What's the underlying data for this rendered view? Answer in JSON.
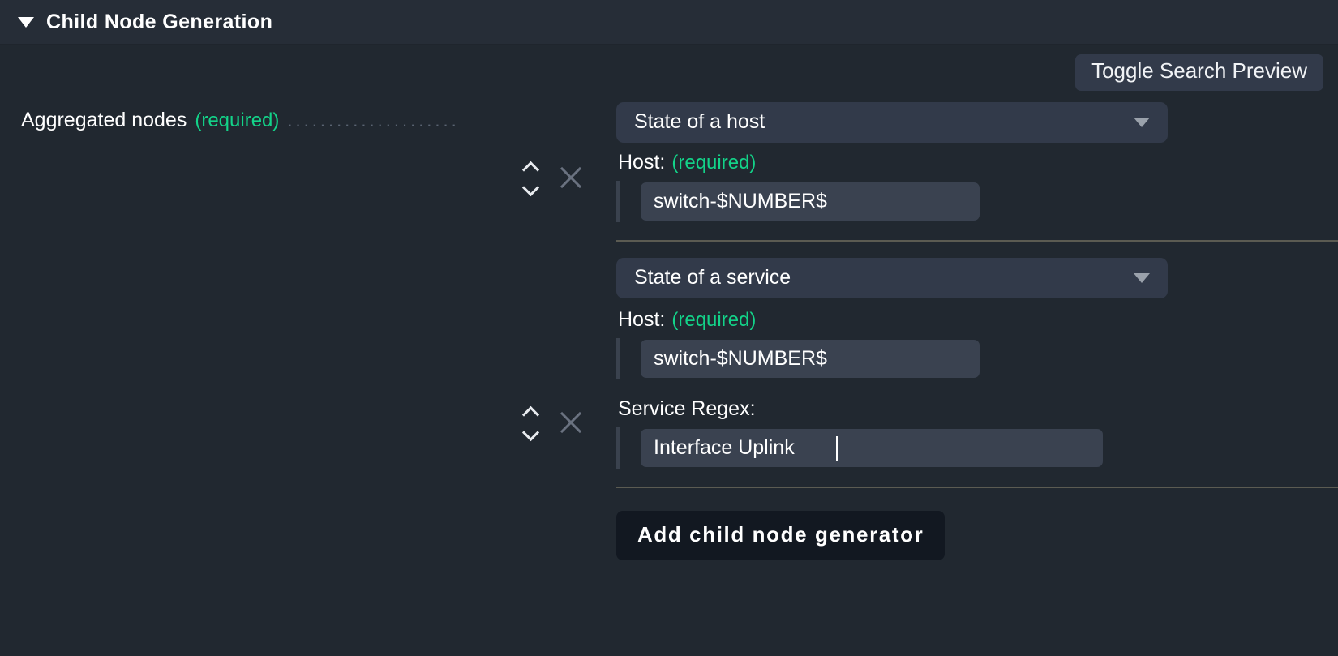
{
  "header": {
    "collapse_icon": "triangle-down-icon",
    "title": "Child Node Generation"
  },
  "toolbar": {
    "toggle_search_preview_label": "Toggle Search Preview"
  },
  "form": {
    "aggregated_nodes": {
      "label": "Aggregated nodes",
      "required_text": "(required)",
      "leader": "....................."
    }
  },
  "generators": [
    {
      "type_select_value": "State of a host",
      "caret_icon": "chevron-down-icon",
      "move_icon": "sort-up-down-icon",
      "remove_icon": "close-x-icon",
      "fields": [
        {
          "label": "Host:",
          "required_text": "(required)",
          "value": "switch-$NUMBER$"
        }
      ]
    },
    {
      "type_select_value": "State of a service",
      "caret_icon": "chevron-down-icon",
      "move_icon": "sort-up-down-icon",
      "remove_icon": "close-x-icon",
      "fields": [
        {
          "label": "Host:",
          "required_text": "(required)",
          "value": "switch-$NUMBER$"
        },
        {
          "label": "Service Regex:",
          "required_text": "",
          "value": "Interface Uplink"
        }
      ]
    }
  ],
  "actions": {
    "add_child_node_generator_label": "Add child node generator"
  },
  "colors": {
    "page_background": "#212830",
    "header_background": "#262d37",
    "accent_required": "#13d389",
    "input_background": "#3a4250",
    "select_background": "#323a4a",
    "separator": "#5b5b52",
    "add_button_background": "#121821"
  }
}
